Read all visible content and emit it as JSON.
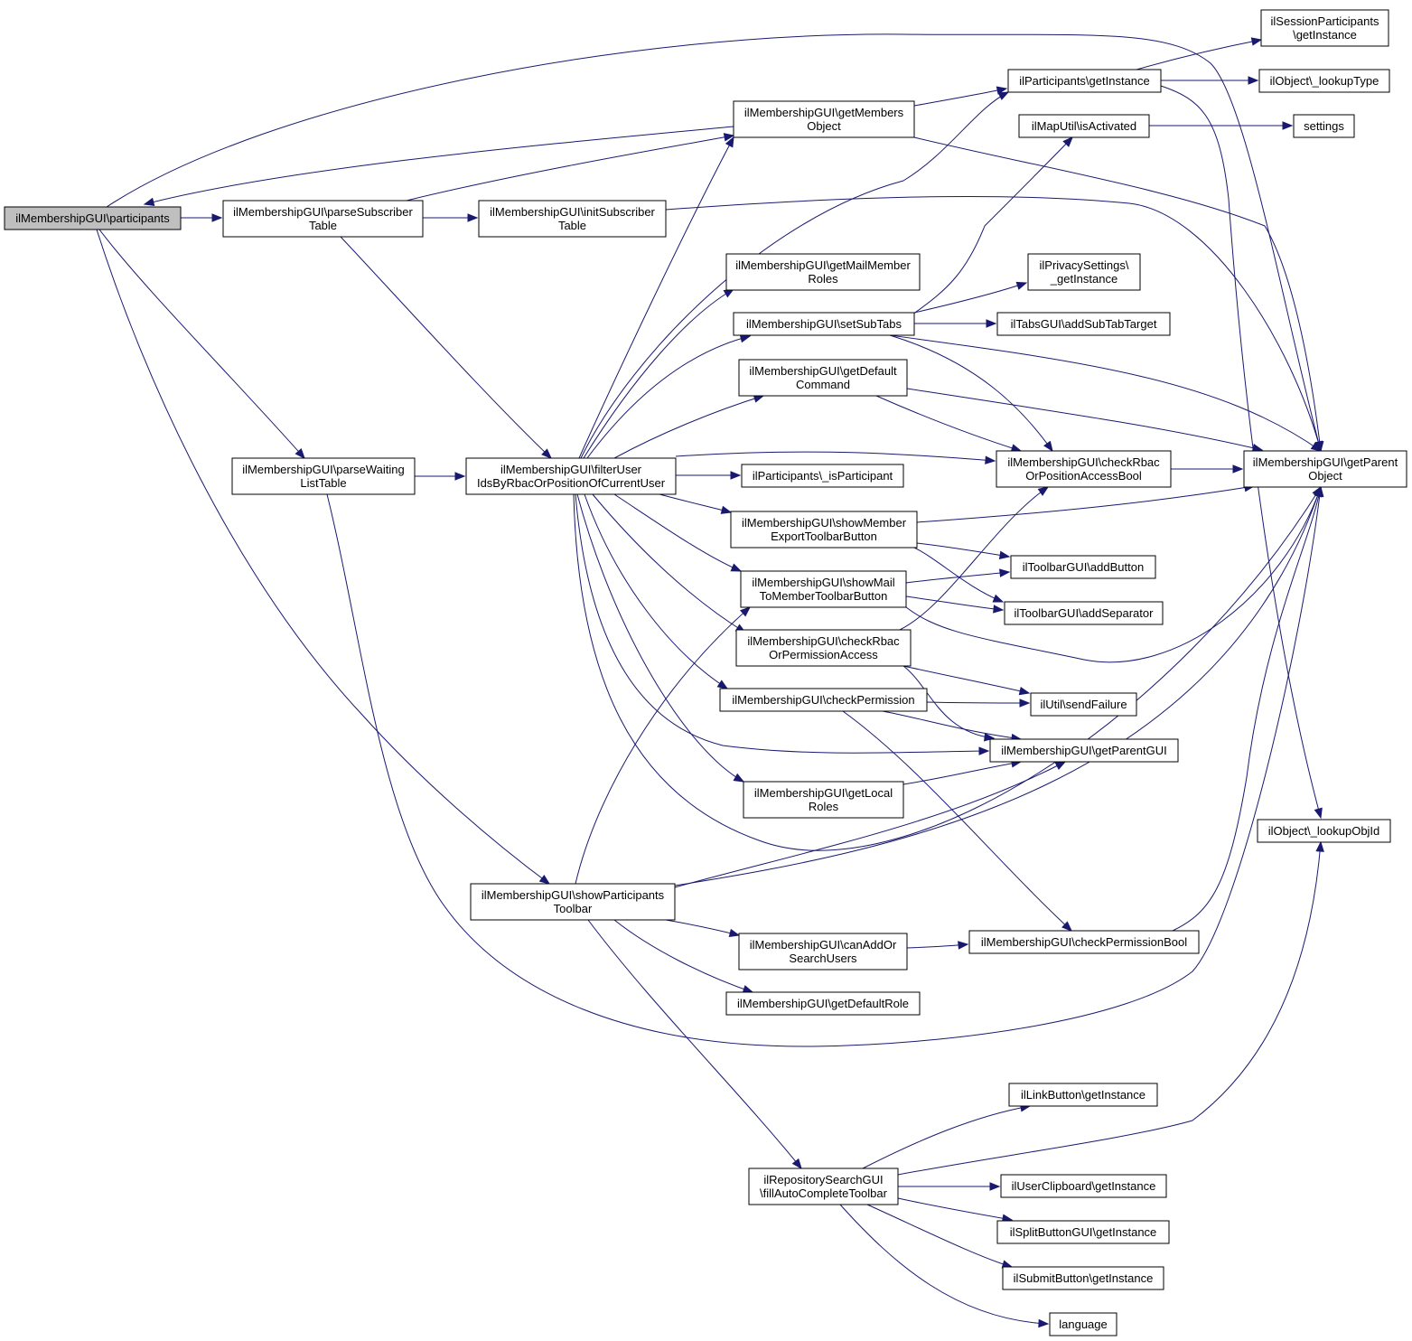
{
  "colors": {
    "edge": "#191970",
    "node_fill": "#ffffff",
    "root_fill": "#bfbfbf",
    "node_border": "#000000"
  },
  "nodes": {
    "participants": [
      "ilMembershipGUI\\participants"
    ],
    "parseSubscriberTable": [
      "ilMembershipGUI\\parseSubscriber",
      "Table"
    ],
    "initSubscriberTable": [
      "ilMembershipGUI\\initSubscriber",
      "Table"
    ],
    "parseWaitingListTable": [
      "ilMembershipGUI\\parseWaiting",
      "ListTable"
    ],
    "filterUser": [
      "ilMembershipGUI\\filterUser",
      "IdsByRbacOrPositionOfCurrentUser"
    ],
    "showParticipantsToolbar": [
      "ilMembershipGUI\\showParticipants",
      "Toolbar"
    ],
    "getMembersObject": [
      "ilMembershipGUI\\getMembers",
      "Object"
    ],
    "getMailMemberRoles": [
      "ilMembershipGUI\\getMailMember",
      "Roles"
    ],
    "setSubTabs": [
      "ilMembershipGUI\\setSubTabs"
    ],
    "getDefaultCommand": [
      "ilMembershipGUI\\getDefault",
      "Command"
    ],
    "isParticipant": [
      "ilParticipants\\_isParticipant"
    ],
    "showMemberExport": [
      "ilMembershipGUI\\showMember",
      "ExportToolbarButton"
    ],
    "showMailToMember": [
      "ilMembershipGUI\\showMail",
      "ToMemberToolbarButton"
    ],
    "checkRbacOrPermissionAccess": [
      "ilMembershipGUI\\checkRbac",
      "OrPermissionAccess"
    ],
    "checkPermission": [
      "ilMembershipGUI\\checkPermission"
    ],
    "getLocalRoles": [
      "ilMembershipGUI\\getLocal",
      "Roles"
    ],
    "canAddOrSearchUsers": [
      "ilMembershipGUI\\canAddOr",
      "SearchUsers"
    ],
    "getDefaultRole": [
      "ilMembershipGUI\\getDefaultRole"
    ],
    "fillAutoCompleteToolbar": [
      "ilRepositorySearchGUI",
      "\\fillAutoCompleteToolbar"
    ],
    "participantsGetInstance": [
      "ilParticipants\\getInstance"
    ],
    "mapUtilIsActivated": [
      "ilMapUtil\\isActivated"
    ],
    "privacySettings": [
      "ilPrivacySettings\\",
      "_getInstance"
    ],
    "addSubTabTarget": [
      "ilTabsGUI\\addSubTabTarget"
    ],
    "checkRbacOrPositionAccessBool": [
      "ilMembershipGUI\\checkRbac",
      "OrPositionAccessBool"
    ],
    "addButton": [
      "ilToolbarGUI\\addButton"
    ],
    "addSeparator": [
      "ilToolbarGUI\\addSeparator"
    ],
    "sendFailure": [
      "ilUtil\\sendFailure"
    ],
    "getParentGUI": [
      "ilMembershipGUI\\getParentGUI"
    ],
    "checkPermissionBool": [
      "ilMembershipGUI\\checkPermissionBool"
    ],
    "linkButton": [
      "ilLinkButton\\getInstance"
    ],
    "userClipboard": [
      "ilUserClipboard\\getInstance"
    ],
    "splitButton": [
      "ilSplitButtonGUI\\getInstance"
    ],
    "submitButton": [
      "ilSubmitButton\\getInstance"
    ],
    "language": [
      "language"
    ],
    "sessionParticipants": [
      "ilSessionParticipants",
      "\\getInstance"
    ],
    "lookupType": [
      "ilObject\\_lookupType"
    ],
    "settings": [
      "settings"
    ],
    "getParentObject": [
      "ilMembershipGUI\\getParent",
      "Object"
    ],
    "lookupObjId": [
      "ilObject\\_lookupObjId"
    ]
  }
}
